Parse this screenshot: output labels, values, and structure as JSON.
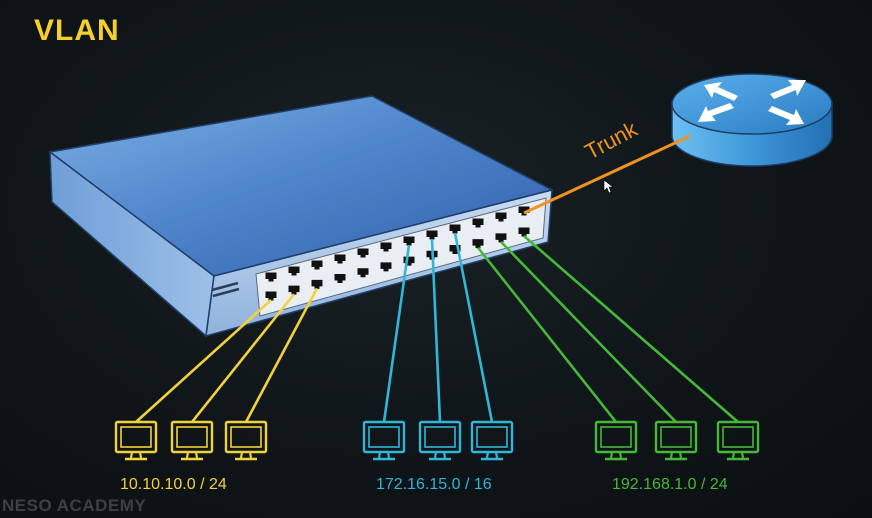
{
  "title": "VLAN",
  "link_label": "Trunk",
  "watermark": "NESO ACADEMY",
  "subnets": [
    {
      "label": "10.10.10.0 / 24",
      "color": "#f2d23a"
    },
    {
      "label": "172.16.15.0 / 16",
      "color": "#32b6d8"
    },
    {
      "label": "192.168.1.0 / 24",
      "color": "#45b838"
    }
  ],
  "colors": {
    "trunk": "#f0921e",
    "switch_top": "#3f78c0",
    "router": "#3c95da"
  },
  "icons": [
    "switch-icon",
    "router-icon",
    "monitor-icon",
    "mouse-cursor-icon"
  ]
}
